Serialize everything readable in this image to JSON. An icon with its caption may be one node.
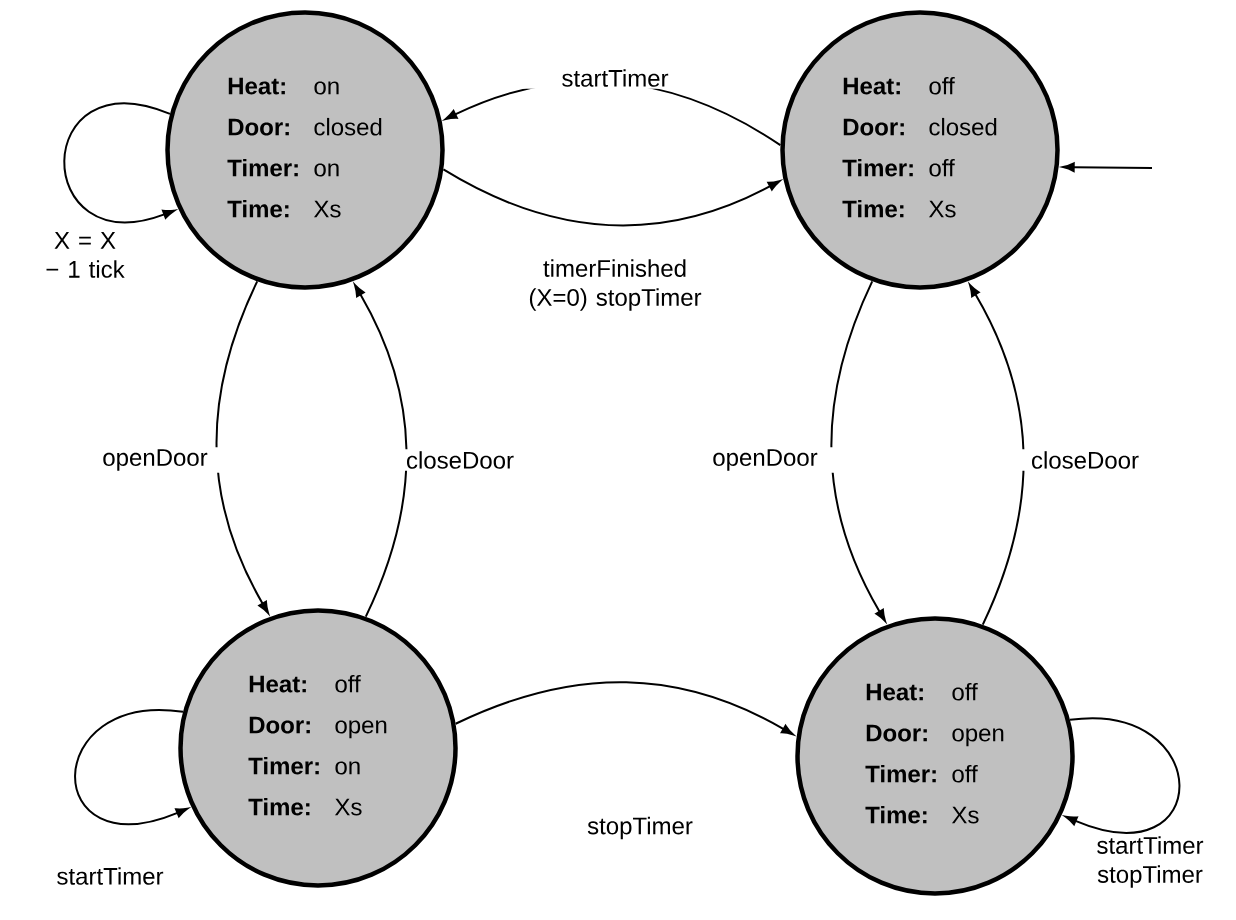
{
  "diagram": {
    "nodes": [
      {
        "text": [
          "Heat:",
          "on",
          "Door:",
          "closed",
          "Timer:",
          "on",
          "Time:",
          "Xs"
        ]
      },
      {
        "text": [
          "Heat:",
          "off",
          "Door:",
          "closed",
          "Timer:",
          "off",
          "Time:",
          "Xs"
        ]
      },
      {
        "text": [
          "Heat:",
          "off",
          "Door:",
          "open",
          "Timer:",
          "on",
          "Time:",
          "Xs"
        ]
      },
      {
        "text": [
          "Heat:",
          "off",
          "Door:",
          "open",
          "Timer:",
          "off",
          "Time:",
          "Xs"
        ]
      }
    ],
    "edges": [
      {
        "from": 1,
        "to": 0,
        "label": "startTimer",
        "arrow": "to"
      },
      {
        "from": 0,
        "to": 1,
        "label": "timerFinished (X=0) stopTimer",
        "arrow": "to"
      },
      {
        "from": 0,
        "to": 0,
        "label": "X = X − 1 tick",
        "arrow": "to"
      },
      {
        "from": 0,
        "to": 2,
        "label": "openDoor",
        "arrow": "to"
      },
      {
        "from": 2,
        "to": 0,
        "label": "closeDoor",
        "arrow": "to"
      },
      {
        "from": 1,
        "to": 3,
        "label": "openDoor",
        "arrow": "to"
      },
      {
        "from": 3,
        "to": 1,
        "label": "closeDoor",
        "arrow": "to"
      },
      {
        "from": 2,
        "to": 3,
        "label": "stopTimer",
        "arrow": "to"
      },
      {
        "from": 2,
        "to": 2,
        "label": "startTimer",
        "arrow": "to"
      },
      {
        "from": 3,
        "to": 3,
        "label": "startTimer stopTimer",
        "arrow": "to"
      },
      {
        "from": null,
        "to": 1,
        "arrow": "to"
      }
    ]
  }
}
